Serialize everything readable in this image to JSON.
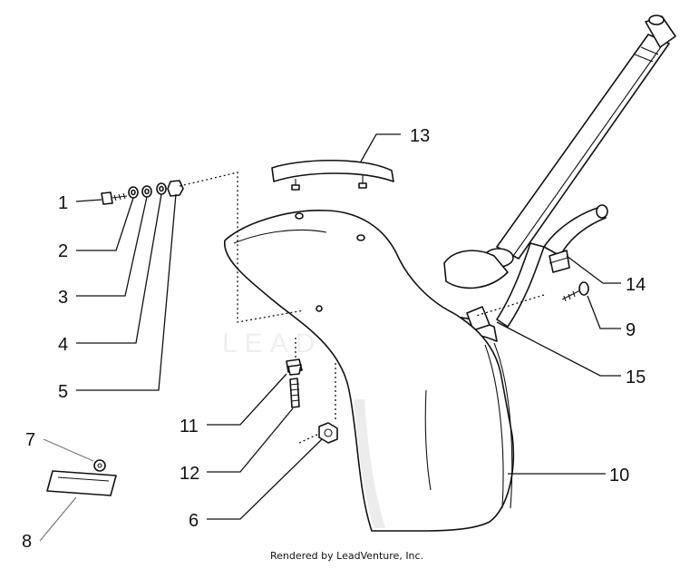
{
  "diagram": {
    "callouts": [
      {
        "id": "1",
        "label": "1"
      },
      {
        "id": "2",
        "label": "2"
      },
      {
        "id": "3",
        "label": "3"
      },
      {
        "id": "4",
        "label": "4"
      },
      {
        "id": "5",
        "label": "5"
      },
      {
        "id": "6",
        "label": "6"
      },
      {
        "id": "7",
        "label": "7"
      },
      {
        "id": "8",
        "label": "8"
      },
      {
        "id": "9",
        "label": "9"
      },
      {
        "id": "10",
        "label": "10"
      },
      {
        "id": "11",
        "label": "11"
      },
      {
        "id": "12",
        "label": "12"
      },
      {
        "id": "13",
        "label": "13"
      },
      {
        "id": "14",
        "label": "14"
      },
      {
        "id": "15",
        "label": "15"
      }
    ]
  },
  "watermark": {
    "text": "LEADVENTURE"
  },
  "footer": {
    "credit": "Rendered by LeadVenture, Inc."
  }
}
